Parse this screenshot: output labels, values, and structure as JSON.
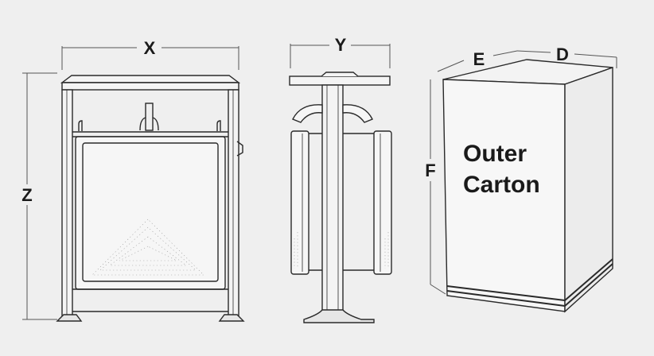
{
  "dimensions": {
    "width_label": "X",
    "depth_label": "Y",
    "height_label": "Z",
    "carton_depth_label": "D",
    "carton_width_label": "E",
    "carton_height_label": "F"
  },
  "carton": {
    "line1": "Outer",
    "line2": "Carton"
  },
  "colors": {
    "background": "#efefef",
    "line": "#2a2a2a",
    "dimension_line": "#555555"
  }
}
